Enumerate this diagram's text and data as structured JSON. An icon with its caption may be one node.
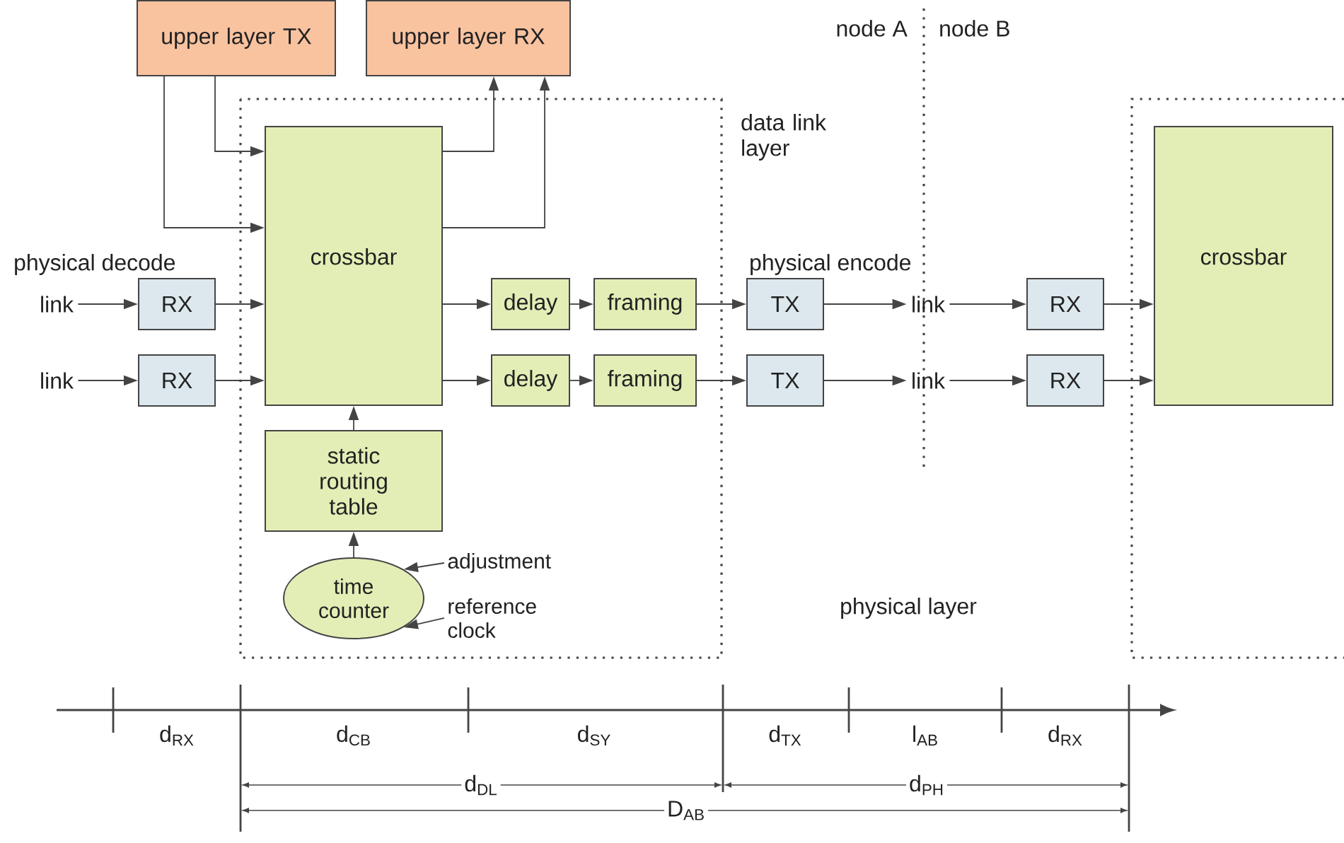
{
  "diagram": {
    "nodes": [
      {
        "text": [
          "upper layer TX"
        ]
      },
      {
        "text": [
          "upper layer RX"
        ]
      },
      {
        "text": [
          "crossbar"
        ]
      },
      {
        "text": [
          "RX"
        ]
      },
      {
        "text": [
          "RX"
        ]
      },
      {
        "text": [
          "link"
        ]
      },
      {
        "text": [
          "link"
        ]
      },
      {
        "text": [
          "delay"
        ]
      },
      {
        "text": [
          "framing"
        ]
      },
      {
        "text": [
          "delay"
        ]
      },
      {
        "text": [
          "framing"
        ]
      },
      {
        "text": [
          "TX"
        ]
      },
      {
        "text": [
          "TX"
        ]
      },
      {
        "text": [
          "link"
        ]
      },
      {
        "text": [
          "link"
        ]
      },
      {
        "text": [
          "RX"
        ]
      },
      {
        "text": [
          "RX"
        ]
      },
      {
        "text": [
          "crossbar"
        ]
      },
      {
        "text": [
          "static routing table"
        ]
      },
      {
        "text": [
          "time counter"
        ]
      },
      {
        "text": [
          "adjustment"
        ]
      },
      {
        "text": [
          "reference clock"
        ]
      }
    ],
    "edges": [
      {
        "from": 0,
        "to": 2,
        "arrow": "to"
      },
      {
        "from": 0,
        "to": 2,
        "arrow": "to"
      },
      {
        "from": 2,
        "to": 1,
        "arrow": "to"
      },
      {
        "from": 2,
        "to": 1,
        "arrow": "to"
      },
      {
        "from": 5,
        "to": 3,
        "arrow": "to"
      },
      {
        "from": 3,
        "to": 2,
        "arrow": "to"
      },
      {
        "from": 2,
        "to": 7,
        "arrow": "to"
      },
      {
        "from": 7,
        "to": 8,
        "arrow": "to"
      },
      {
        "from": 8,
        "to": 11,
        "arrow": "to"
      },
      {
        "from": 11,
        "to": 13,
        "arrow": "to"
      },
      {
        "from": 13,
        "to": 15,
        "arrow": "to"
      },
      {
        "from": 15,
        "to": 17,
        "arrow": "to"
      },
      {
        "from": 6,
        "to": 4,
        "arrow": "to"
      },
      {
        "from": 4,
        "to": 2,
        "arrow": "to"
      },
      {
        "from": 2,
        "to": 9,
        "arrow": "to"
      },
      {
        "from": 9,
        "to": 10,
        "arrow": "to"
      },
      {
        "from": 10,
        "to": 12,
        "arrow": "to"
      },
      {
        "from": 12,
        "to": 14,
        "arrow": "to"
      },
      {
        "from": 14,
        "to": 16,
        "arrow": "to"
      },
      {
        "from": 16,
        "to": 17,
        "arrow": "to"
      },
      {
        "from": 18,
        "to": 2,
        "arrow": "to"
      },
      {
        "from": 19,
        "to": 18,
        "arrow": "to"
      },
      {
        "from": 20,
        "to": 19,
        "arrow": "to"
      },
      {
        "from": 21,
        "to": 19,
        "arrow": "to"
      }
    ],
    "labels": [
      "node A",
      "node B",
      "data link layer",
      "physical decode",
      "physical encode",
      "physical layer",
      "d$_{RX}$",
      "d$_{CB}$",
      "d$_{SY}$",
      "d$_{TX}$",
      "l$_{AB}$",
      "d$_{RX}$",
      "d$_{DL}$",
      "d$_{PH}$",
      "D$_{AB}$"
    ]
  }
}
